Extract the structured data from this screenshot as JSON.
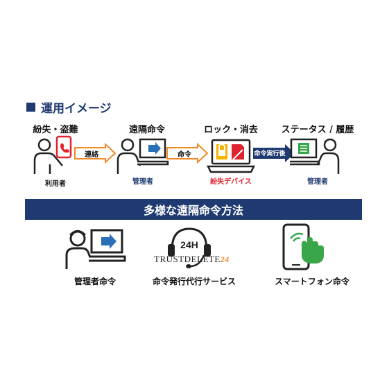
{
  "section_title": "運用イメージ",
  "flow": {
    "steps": [
      {
        "title": "紛失・盗難",
        "sub": "利用者"
      },
      {
        "title": "遠隔命令",
        "sub": "管理者"
      },
      {
        "title": "ロック・消去",
        "sub": "紛失デバイス"
      },
      {
        "title": "ステータス / 履歴",
        "sub": "管理者"
      }
    ],
    "arrows": [
      "連絡",
      "命令",
      "命令実行後"
    ]
  },
  "banner": "多様な遠隔命令方法",
  "methods": [
    {
      "label": "管理者命令"
    },
    {
      "label": "命令発行代行サービス",
      "logo_text": "TRUSTDELETE",
      "logo_num": "24",
      "badge": "24H"
    },
    {
      "label": "スマートフォン命令"
    }
  ],
  "colors": {
    "navy": "#1f3a70",
    "orange": "#f08a24",
    "red": "#e0232e",
    "blue": "#2a6fb8",
    "green": "#3aa64a",
    "yellow": "#f4b400"
  }
}
